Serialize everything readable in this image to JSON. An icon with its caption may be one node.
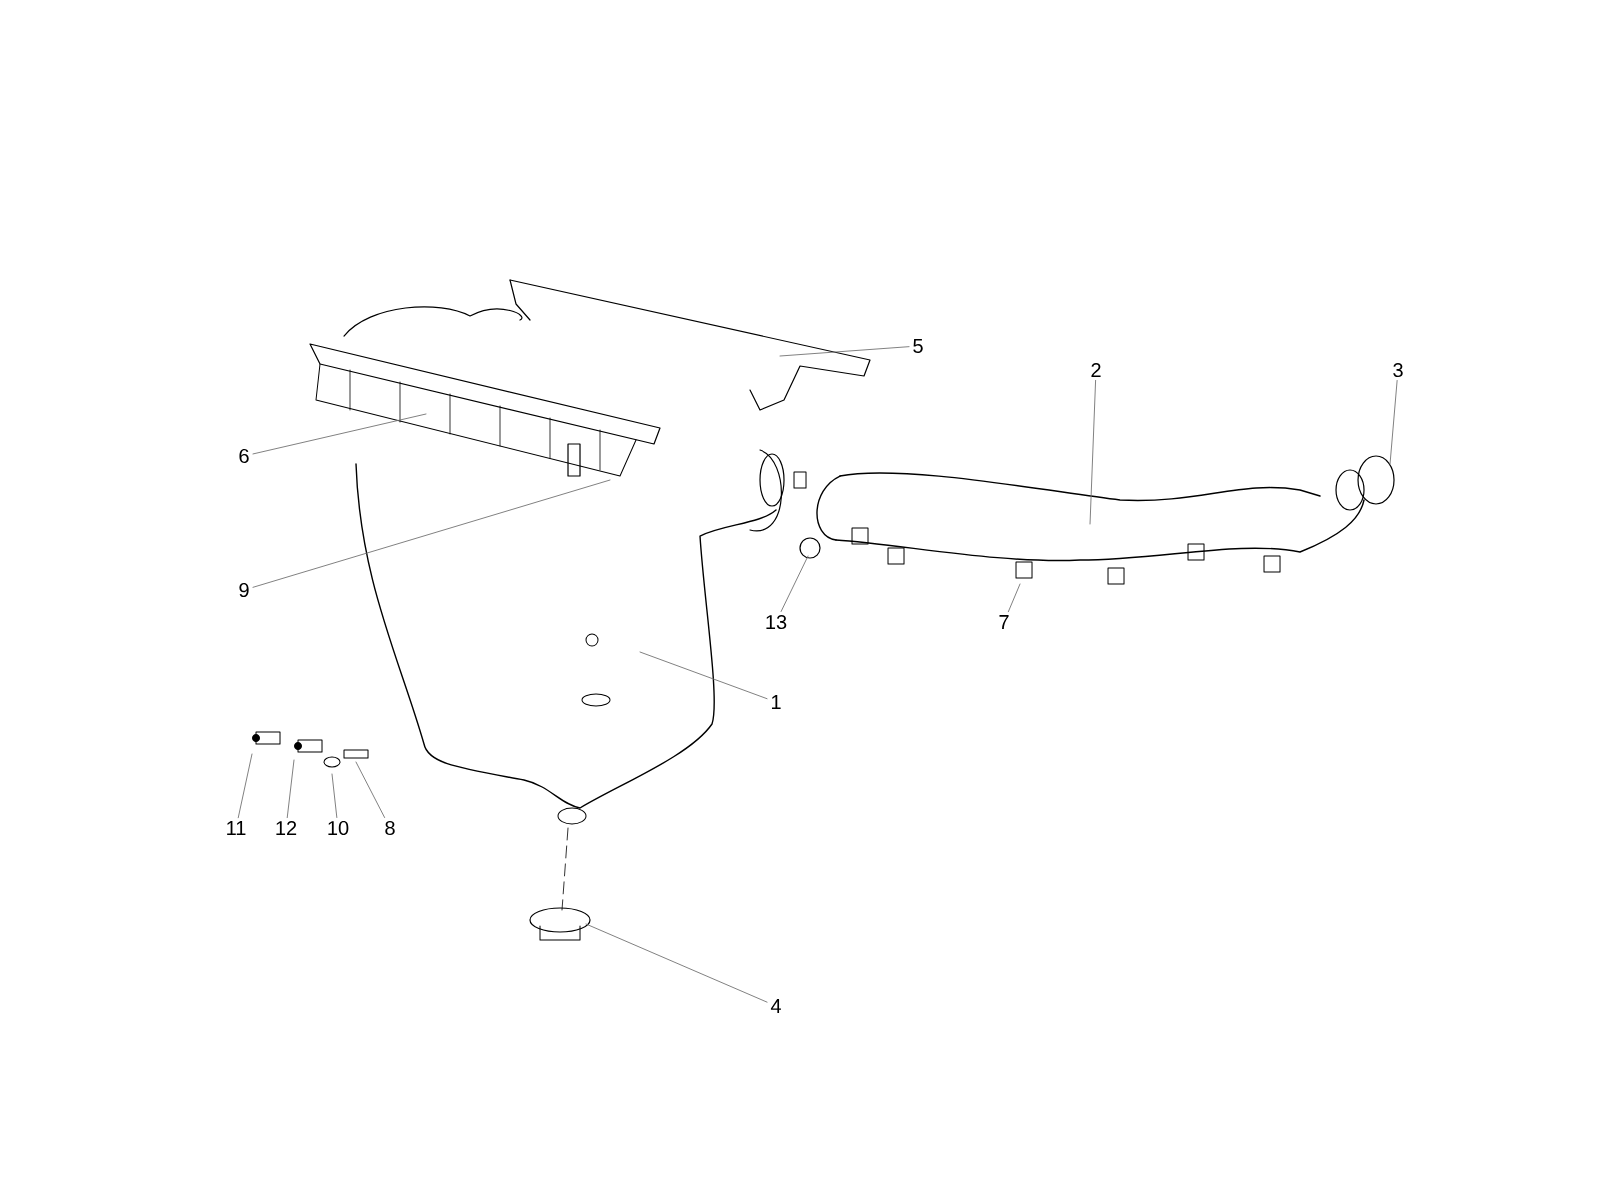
{
  "diagram": {
    "nodes": [
      {
        "text": [
          "5"
        ]
      },
      {
        "text": [
          "2"
        ]
      },
      {
        "text": [
          "3"
        ]
      },
      {
        "text": [
          "6"
        ]
      },
      {
        "text": [
          "9"
        ]
      },
      {
        "text": [
          "13"
        ]
      },
      {
        "text": [
          "7"
        ]
      },
      {
        "text": [
          "1"
        ]
      },
      {
        "text": [
          "11"
        ]
      },
      {
        "text": [
          "12"
        ]
      },
      {
        "text": [
          "10"
        ]
      },
      {
        "text": [
          "8"
        ]
      },
      {
        "text": [
          "4"
        ]
      }
    ],
    "edges": [
      {
        "from": 0,
        "to": null,
        "arrow": "none"
      },
      {
        "from": 1,
        "to": null,
        "arrow": "none"
      },
      {
        "from": 2,
        "to": null,
        "arrow": "none"
      },
      {
        "from": 3,
        "to": null,
        "arrow": "none"
      },
      {
        "from": 4,
        "to": null,
        "arrow": "none"
      },
      {
        "from": 5,
        "to": null,
        "arrow": "none"
      },
      {
        "from": 6,
        "to": null,
        "arrow": "none"
      },
      {
        "from": 7,
        "to": null,
        "arrow": "none"
      },
      {
        "from": 8,
        "to": null,
        "arrow": "none"
      },
      {
        "from": 9,
        "to": null,
        "arrow": "none"
      },
      {
        "from": 10,
        "to": null,
        "arrow": "none"
      },
      {
        "from": 11,
        "to": null,
        "arrow": "none"
      },
      {
        "from": 12,
        "to": null,
        "arrow": "none"
      }
    ]
  }
}
